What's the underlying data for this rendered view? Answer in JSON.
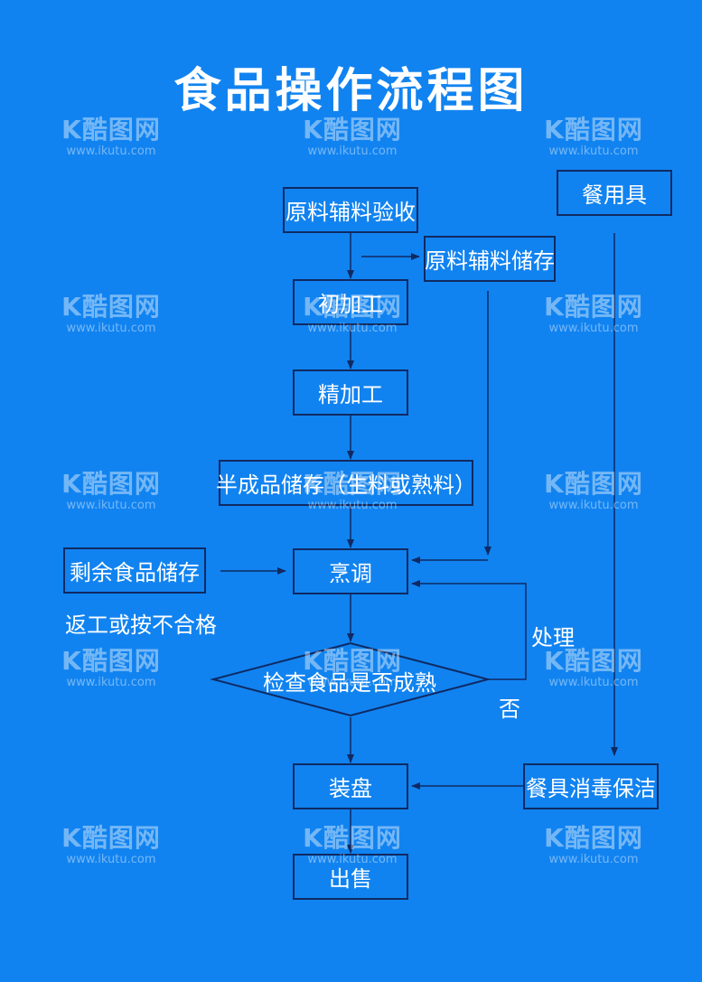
{
  "title": "食品操作流程图",
  "nodes": {
    "raw_receive": "原料辅料验收",
    "raw_storage": "原料辅料储存",
    "tableware": "餐用具",
    "initial_process": "初加工",
    "fine_process": "精加工",
    "semi_storage": "半成品储存（生料或熟料）",
    "leftover_storage": "剩余食品储存",
    "cooking": "烹调",
    "check": "检查食品是否成熟",
    "plating": "装盘",
    "sale": "出售",
    "disinfect": "餐具消毒保洁"
  },
  "labels": {
    "rework": "返工或按不合格",
    "process": "处理",
    "no": "否"
  },
  "watermark": {
    "brand": "K酷图网",
    "url": "www.ikutu.com"
  },
  "colors": {
    "background": "#1183f0",
    "line": "#0f2a63",
    "text": "#ffffff"
  }
}
